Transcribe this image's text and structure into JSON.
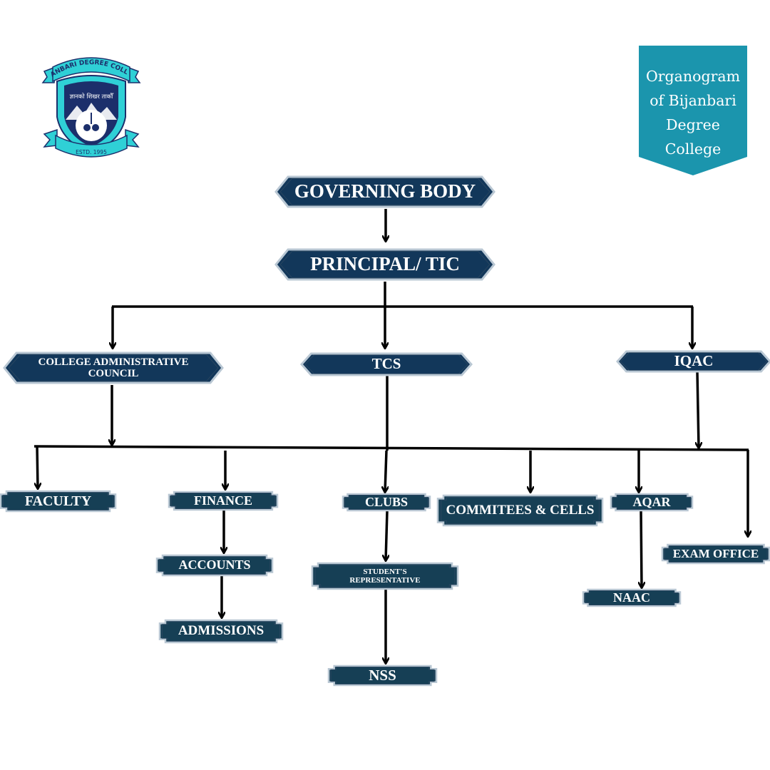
{
  "banner": {
    "title": "Organogram of Bijanbari Degree College"
  },
  "logo": {
    "college_name": "BIJANBARI DEGREE COLLEGE",
    "motto": "ज्ञानको शिखर ताकौँ",
    "established": "ESTD. 1995"
  },
  "nodes": {
    "governing_body": "GOVERNING BODY",
    "principal": "PRINCIPAL/ TIC",
    "admin_council": "COLLEGE ADMINISTRATIVE COUNCIL",
    "tcs": "TCS",
    "iqac": "IQAC",
    "faculty": "FACULTY",
    "finance": "FINANCE",
    "clubs": "CLUBS",
    "committees": "COMMITEES & CELLS",
    "aqar": "AQAR",
    "exam_office": "EXAM OFFICE",
    "accounts": "ACCOUNTS",
    "admissions": "ADMISSIONS",
    "student_rep": "STUDENT'S REPRESENTATIVE",
    "naac": "NAAC",
    "nss": "NSS"
  },
  "colors": {
    "node_fill": "#12375a",
    "node_fill_light": "#163f55",
    "node_border": "#b9c7d3",
    "banner": "#1b95ad",
    "logo_teal": "#2fd0d6",
    "logo_navy": "#1c2f6b",
    "connector": "#000000"
  }
}
